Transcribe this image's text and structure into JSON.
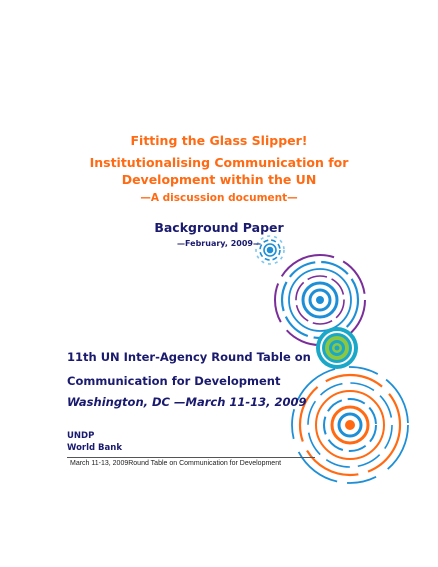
{
  "title": {
    "line1": "Fitting the Glass Slipper!",
    "line2a": "Institutionalising Communication for",
    "line2b": "Development within the UN",
    "subtitle": "—A discussion document—"
  },
  "background": {
    "heading": "Background Paper",
    "date": "—February, 2009—"
  },
  "roundtable": {
    "line1": "11th UN Inter-Agency Round Table on",
    "line2": "Communication for Development",
    "location": "Washington, DC —March 11-13, 2009"
  },
  "organizations": [
    "UNDP",
    "World Bank"
  ],
  "footer": {
    "text": "March 11-13, 2009Round Table on Communication for Development"
  },
  "colors": {
    "orange": "#ff6a13",
    "navy": "#1a1a6e",
    "blue": "#1e8fd6",
    "purple": "#7a2e9a",
    "green": "#8dc63f",
    "teal": "#00a3b4"
  }
}
